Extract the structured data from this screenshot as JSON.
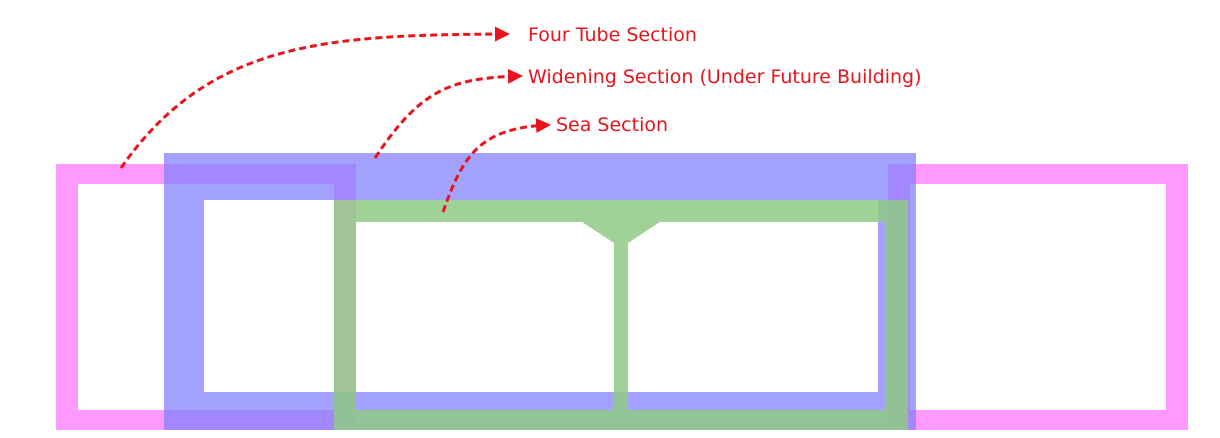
{
  "labels": {
    "four_tube_section": "Four Tube Section",
    "widening_section": "Widening Section (Under Future Building)",
    "sea_section": "Sea Section"
  },
  "colors": {
    "four_tube_section": "#ff80ff",
    "widening_section": "#8080ff",
    "sea_section": "#8fca85",
    "annotation": "#e8141b"
  },
  "opacity": {
    "four_tube_section": 0.8,
    "widening_section": 0.72,
    "sea_section": 0.85
  }
}
